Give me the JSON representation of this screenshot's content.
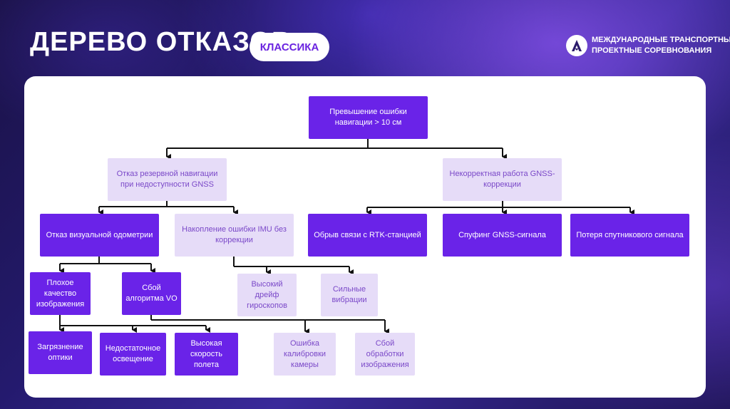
{
  "header": {
    "title": "ДЕРЕВО ОТКАЗОВ",
    "badge": "КЛАССИКА",
    "brand_line1": "МЕЖДУНАРОДНЫЕ ТРАНСПОРТНЫЕ",
    "brand_line2": "ПРОЕКТНЫЕ СОРЕВНОВАНИЯ",
    "brand_icon": "stylized-a-logo"
  },
  "colors": {
    "accent": "#6a23e8",
    "light_node": "#e6dcf8",
    "light_text": "#7a48c8",
    "badge_text": "#6a23e0"
  },
  "tree": {
    "top": "Превышение ошибки навигации > 10 см",
    "left_branch": "Отказ резервной навигации при недоступности GNSS",
    "right_branch": "Некорректная работа GNSS-коррекции",
    "vo_failure": "Отказ визуальной одометрии",
    "imu_error": "Накопление ошибки IMU без коррекции",
    "rtk_loss": "Обрыв связи с RTK-станцией",
    "spoofing": "Спуфинг GNSS-сигнала",
    "signal_loss": "Потеря спутникового сигнала",
    "poor_image": "Плохое качество изображения",
    "vo_algo": "Сбой алгоритма VO",
    "gyro_drift": "Высокий дрейф гироскопов",
    "vibrations": "Сильные вибрации",
    "optics_dirt": "Загрязнение оптики",
    "low_light": "Недостаточное освещение",
    "high_speed": "Высокая скорость полета",
    "calib_error": "Ошибка калибровки камеры",
    "processing_fail": "Сбой обработки изображения"
  }
}
